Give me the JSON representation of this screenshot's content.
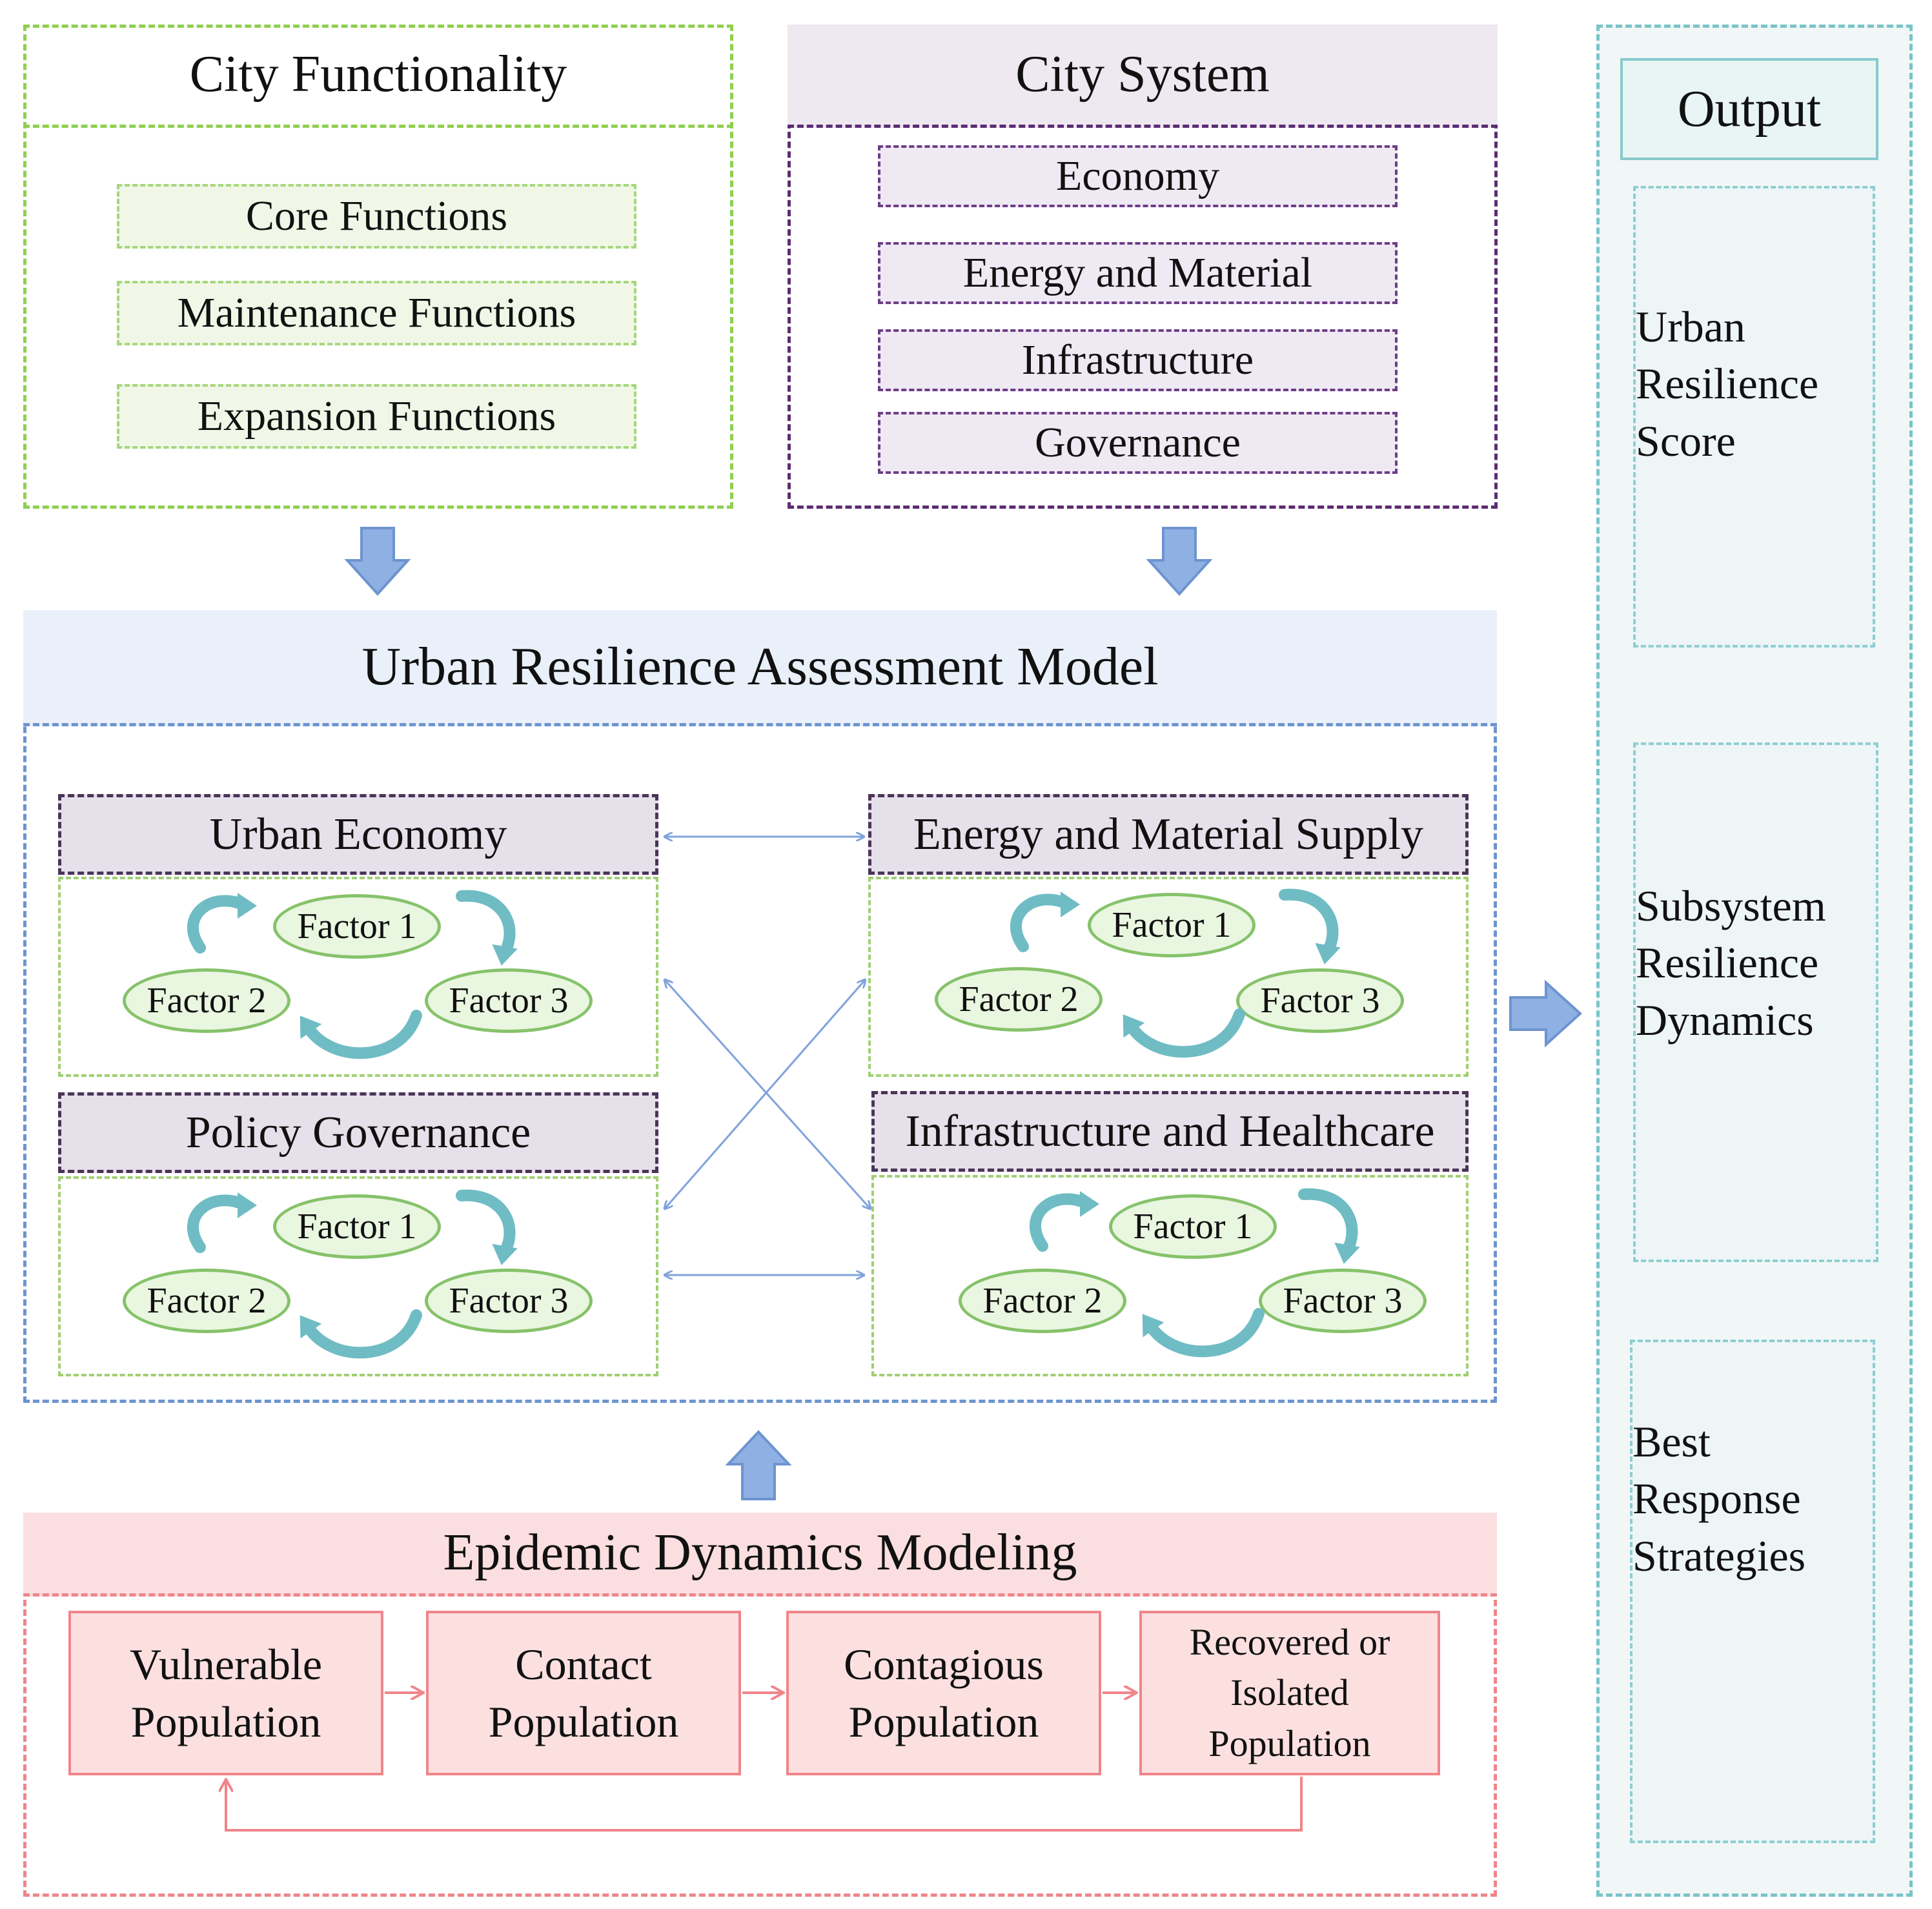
{
  "city_functionality": {
    "title": "City Functionality",
    "items": [
      "Core Functions",
      "Maintenance Functions",
      "Expansion Functions"
    ]
  },
  "city_system": {
    "title": "City System",
    "items": [
      "Economy",
      "Energy and Material",
      "Infrastructure",
      "Governance"
    ]
  },
  "output": {
    "title": "Output",
    "boxes": [
      {
        "lines": [
          "Urban",
          "Resilience",
          "Score"
        ]
      },
      {
        "lines": [
          "Subsystem",
          "Resilience",
          "Dynamics"
        ]
      },
      {
        "lines": [
          "Best",
          "Response",
          "Strategies"
        ]
      }
    ]
  },
  "assessment_model": {
    "title": "Urban Resilience Assessment Model",
    "subsystems": [
      {
        "title": "Urban Economy",
        "factors": [
          "Factor 1",
          "Factor 2",
          "Factor 3"
        ]
      },
      {
        "title": "Energy and Material Supply",
        "factors": [
          "Factor 1",
          "Factor 2",
          "Factor 3"
        ]
      },
      {
        "title": "Policy Governance",
        "factors": [
          "Factor 1",
          "Factor 2",
          "Factor 3"
        ]
      },
      {
        "title": "Infrastructure and Healthcare",
        "factors": [
          "Factor 1",
          "Factor 2",
          "Factor 3"
        ]
      }
    ]
  },
  "epidemic": {
    "title": "Epidemic Dynamics Modeling",
    "stages": [
      {
        "lines": [
          "Vulnerable",
          "Population"
        ]
      },
      {
        "lines": [
          "Contact",
          "Population"
        ]
      },
      {
        "lines": [
          "Contagious",
          "Population"
        ]
      },
      {
        "lines": [
          "Recovered or",
          "Isolated",
          "Population"
        ]
      }
    ]
  },
  "colors": {
    "functionality": "#8fcf4f",
    "system": "#5c2d73",
    "output": "#79c4c8",
    "model": "#6d94d0",
    "epidemic": "#f0858a",
    "flow_arrow": "#7fa3dc",
    "cycle_arrow": "#6fbcc4"
  }
}
